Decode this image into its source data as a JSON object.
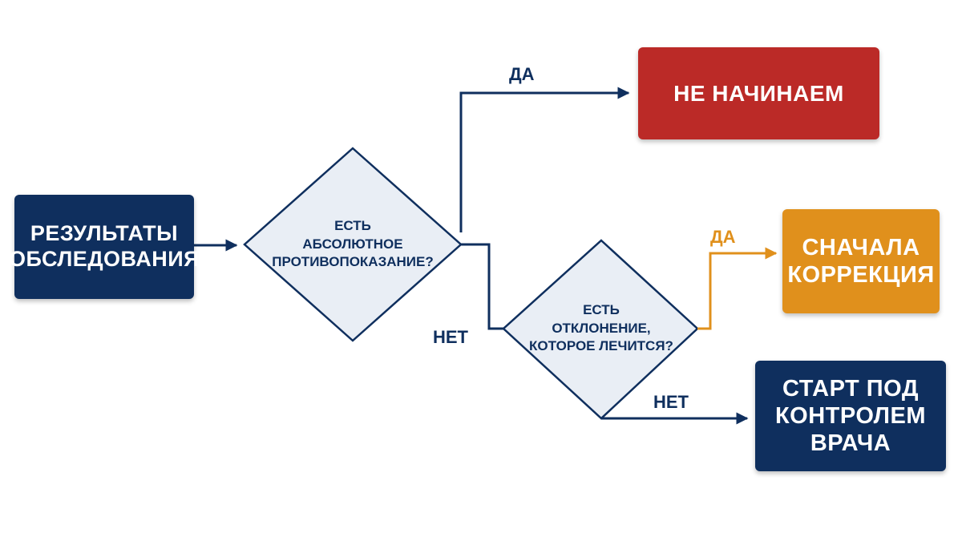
{
  "colors": {
    "navy": "#0f2f5e",
    "red": "#bb2a27",
    "orange": "#e0901c",
    "diamond_fill": "#e9eef5"
  },
  "nodes": {
    "input": "РЕЗУЛЬТАТЫ\nОБСЛЕДОВАНИЯ",
    "decision1": "ЕСТЬ\nАБСОЛЮТНОЕ\nПРОТИВОПОКАЗАНИЕ?",
    "decision2": "ЕСТЬ\nОТКЛОНЕНИЕ,\nКОТОРОЕ ЛЕЧИТСЯ?",
    "stop": "НЕ НАЧИНАЕМ",
    "fix": "СНАЧАЛА\nКОРРЕКЦИЯ",
    "start": "СТАРТ ПОД\nКОНТРОЛЕМ\nВРАЧА"
  },
  "labels": {
    "yes1": "ДА",
    "no1": "НЕТ",
    "yes2": "ДА",
    "no2": "НЕТ"
  }
}
